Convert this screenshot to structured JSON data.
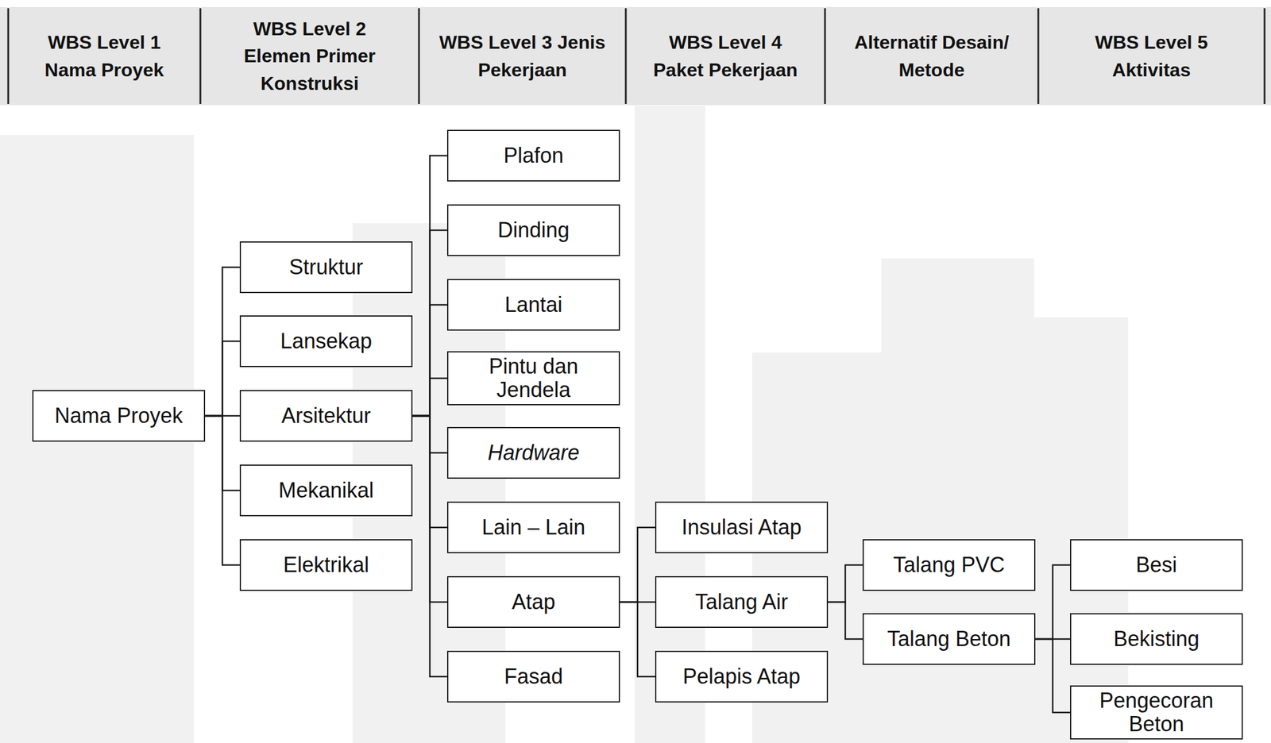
{
  "diagram": {
    "nodes": [
      {
        "text": [
          "Nama Proyek"
        ]
      },
      {
        "text": [
          "Struktur"
        ]
      },
      {
        "text": [
          "Lansekap"
        ]
      },
      {
        "text": [
          "Arsitektur"
        ]
      },
      {
        "text": [
          "Mekanikal"
        ]
      },
      {
        "text": [
          "Elektrikal"
        ]
      },
      {
        "text": [
          "Plafon"
        ]
      },
      {
        "text": [
          "Dinding"
        ]
      },
      {
        "text": [
          "Lantai"
        ]
      },
      {
        "text": [
          "Pintu dan Jendela"
        ]
      },
      {
        "text": [
          "Hardware"
        ]
      },
      {
        "text": [
          "Lain – Lain"
        ]
      },
      {
        "text": [
          "Atap"
        ]
      },
      {
        "text": [
          "Fasad"
        ]
      },
      {
        "text": [
          "Insulasi Atap"
        ]
      },
      {
        "text": [
          "Talang Air"
        ]
      },
      {
        "text": [
          "Pelapis Atap"
        ]
      },
      {
        "text": [
          "Talang PVC"
        ]
      },
      {
        "text": [
          "Talang Beton"
        ]
      },
      {
        "text": [
          "Besi"
        ]
      },
      {
        "text": [
          "Bekisting"
        ]
      },
      {
        "text": [
          "Pengecoran Beton"
        ]
      }
    ],
    "edges": [
      {
        "from": 0,
        "to": 1,
        "arrow": "none"
      },
      {
        "from": 0,
        "to": 2,
        "arrow": "none"
      },
      {
        "from": 0,
        "to": 3,
        "arrow": "none"
      },
      {
        "from": 0,
        "to": 4,
        "arrow": "none"
      },
      {
        "from": 0,
        "to": 5,
        "arrow": "none"
      },
      {
        "from": 3,
        "to": 6,
        "arrow": "none"
      },
      {
        "from": 3,
        "to": 7,
        "arrow": "none"
      },
      {
        "from": 3,
        "to": 8,
        "arrow": "none"
      },
      {
        "from": 3,
        "to": 9,
        "arrow": "none"
      },
      {
        "from": 3,
        "to": 10,
        "arrow": "none"
      },
      {
        "from": 3,
        "to": 11,
        "arrow": "none"
      },
      {
        "from": 3,
        "to": 12,
        "arrow": "none"
      },
      {
        "from": 3,
        "to": 13,
        "arrow": "none"
      },
      {
        "from": 12,
        "to": 14,
        "arrow": "none"
      },
      {
        "from": 12,
        "to": 15,
        "arrow": "none"
      },
      {
        "from": 12,
        "to": 16,
        "arrow": "none"
      },
      {
        "from": 15,
        "to": 17,
        "arrow": "none"
      },
      {
        "from": 15,
        "to": 18,
        "arrow": "none"
      },
      {
        "from": 18,
        "to": 19,
        "arrow": "none"
      },
      {
        "from": 18,
        "to": 20,
        "arrow": "none"
      },
      {
        "from": 18,
        "to": 21,
        "arrow": "none"
      }
    ],
    "labels": [
      "WBS Level 1 Nama Proyek",
      "WBS Level 2 Elemen Primer Konstruksi",
      "WBS Level 3 Jenis Pekerjaan",
      "WBS Level 4 Paket Pekerjaan",
      "Alternatif Desain/ Metode",
      "WBS Level 5 Aktivitas"
    ]
  }
}
